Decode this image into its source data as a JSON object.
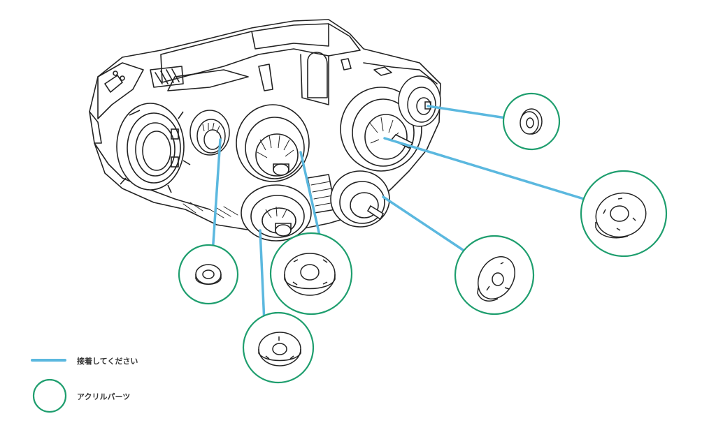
{
  "colors": {
    "glue_line": "#5BB8DF",
    "acrylic_circle": "#1E9E6E",
    "line_art": "#222222"
  },
  "legend": {
    "glue_label": "接着してください",
    "acrylic_label": "アクリルパーツ"
  },
  "parts": [
    {
      "name": "small-spacer-top-right",
      "kind": "spacer"
    },
    {
      "name": "large-plate-right",
      "kind": "plate-4-slots"
    },
    {
      "name": "medium-plate-lower-right",
      "kind": "plate-3-slots"
    },
    {
      "name": "plate-center",
      "kind": "plate-4-slots"
    },
    {
      "name": "plate-bottom-center",
      "kind": "plate-3-slots"
    },
    {
      "name": "small-spacer-left",
      "kind": "spacer"
    }
  ]
}
